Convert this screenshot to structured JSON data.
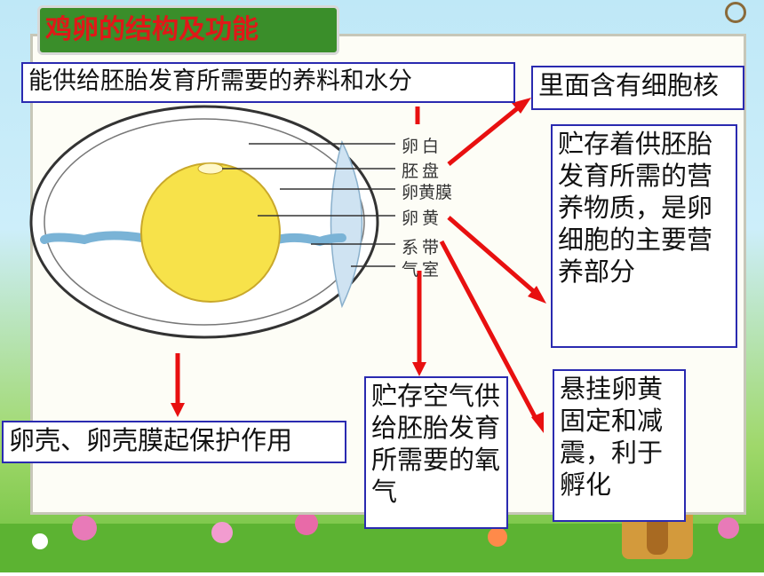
{
  "title": "鸡卵的结构及功能",
  "boxes": {
    "albumen_func": "能供给胚胎发育所需要的养料和水分",
    "disc_func": "里面含有细胞核",
    "yolk_func": "贮存着供胚胎发育所需的营养物质，是卵细胞的主要营养部分",
    "shell_func": "卵壳、卵壳膜起保护作用",
    "aircell_func": "贮存空气供给胚胎发育所需要的氧气",
    "chalaza_func": "悬挂卵黄固定和减震，利于孵化"
  },
  "parts": {
    "albumen": "卵白",
    "disc": "胚盘",
    "yolk_membrane": "卵黄膜",
    "yolk": "卵黄",
    "chalaza": "系带",
    "air_cell": "气室"
  },
  "colors": {
    "arrow": "#e81010",
    "box_border": "#2a2ab0",
    "title_bg": "#3a8e2a",
    "title_text": "#e01818",
    "yolk": "#f7e24a"
  }
}
